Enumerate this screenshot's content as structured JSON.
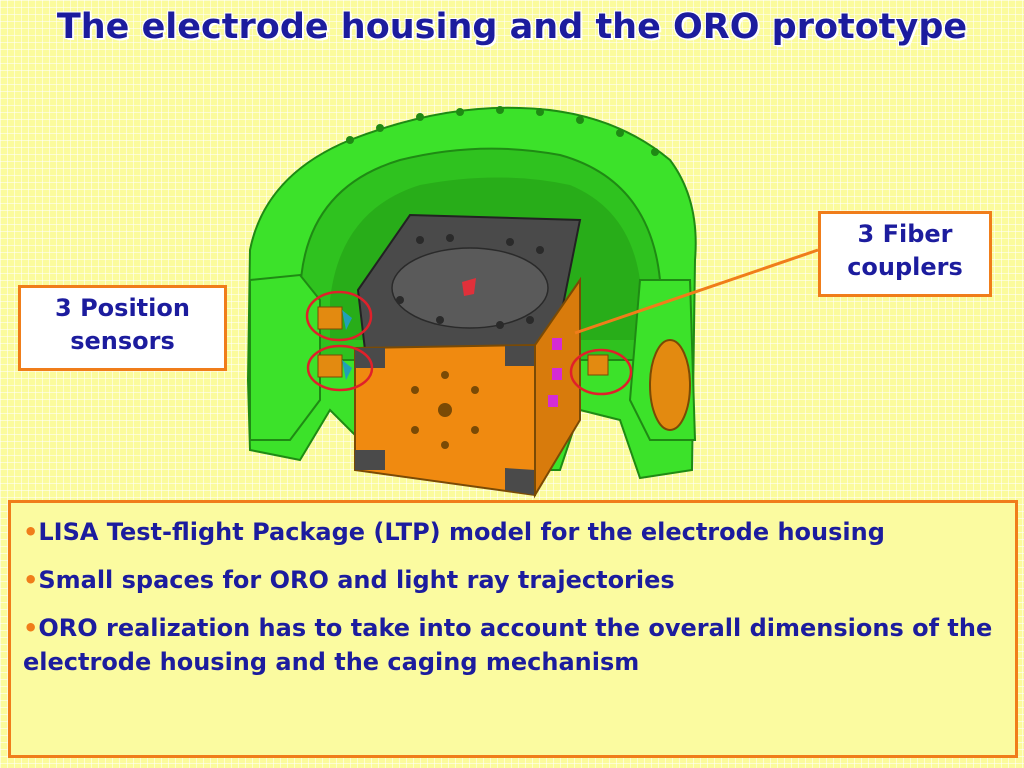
{
  "slide": {
    "title": "The electrode housing and the ORO prototype"
  },
  "callouts": {
    "position_sensors": {
      "line1": "3 Position",
      "line2": "sensors"
    },
    "fiber_couplers": {
      "line1": "3 Fiber",
      "line2": "couplers"
    }
  },
  "bullets": [
    {
      "marker": "•",
      "text": "LISA Test-flight Package (LTP) model for the electrode housing"
    },
    {
      "marker": "•",
      "text": "Small spaces for ORO and light ray trajectories"
    },
    {
      "marker": "•",
      "text": "ORO realization has to take into account the overall dimensions of the electrode housing and the caging mechanism"
    }
  ],
  "colors": {
    "title": "#1c1c9e",
    "accent": "#f07d1a",
    "housing": "#3ce22a",
    "cube_top": "#4a4a4a",
    "cube_face": "#f08a10"
  }
}
